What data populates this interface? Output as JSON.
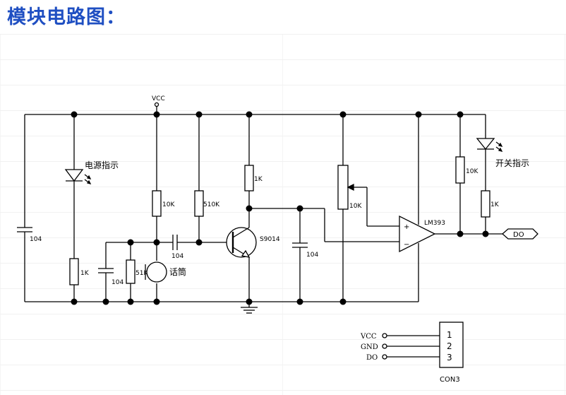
{
  "title": "模块电路图：",
  "labels": {
    "vcc_top": "VCC",
    "c1": "104",
    "led_power": "电源指示",
    "r_led_power": "1K",
    "c2": "104",
    "r_51k": "51K",
    "mic": "话筒",
    "r_10k": "10K",
    "c3": "104",
    "r_510k": "510K",
    "r_1k": "1K",
    "transistor": "S9014",
    "c4": "104",
    "pot": "10K",
    "comparator": "LM393",
    "plus": "+",
    "minus": "−",
    "r_10k_right": "10K",
    "led_switch": "开关指示",
    "r_1k_right": "1K",
    "do_out": "DO"
  },
  "connector": {
    "pins": [
      {
        "name": "VCC",
        "num": "1"
      },
      {
        "name": "GND",
        "num": "2"
      },
      {
        "name": "DO",
        "num": "3"
      }
    ],
    "label": "CON3"
  }
}
